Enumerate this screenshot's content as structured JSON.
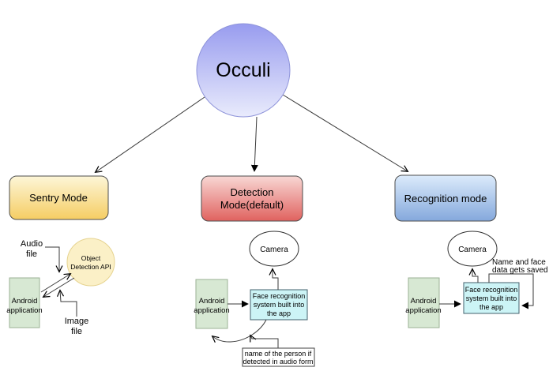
{
  "root": {
    "label": "Occuli"
  },
  "modes": {
    "sentry": {
      "label": "Sentry Mode"
    },
    "detection": {
      "lines": [
        "Detection",
        "Mode(default)"
      ]
    },
    "recognition": {
      "label": "Recognition mode"
    }
  },
  "sentry_branch": {
    "audio_file": {
      "lines": [
        "Audio",
        "file"
      ]
    },
    "api": {
      "lines": [
        "Object",
        "Detection API"
      ]
    },
    "app": {
      "lines": [
        "Android",
        "application"
      ]
    },
    "image_file": {
      "lines": [
        "Image",
        "file"
      ]
    }
  },
  "detection_branch": {
    "camera": "Camera",
    "app": {
      "lines": [
        "Android",
        "application"
      ]
    },
    "system": {
      "lines": [
        "Face recognition",
        "system built into",
        "the app"
      ]
    },
    "result": {
      "lines": [
        "name of the person if",
        "detected in audio form"
      ]
    }
  },
  "recognition_branch": {
    "camera": "Camera",
    "app": {
      "lines": [
        "Android",
        "application"
      ]
    },
    "system": {
      "lines": [
        "Face recognition",
        "system built into",
        "the app"
      ]
    },
    "note": {
      "lines": [
        "Name and face",
        "data gets saved"
      ]
    }
  },
  "colors": {
    "root_top": "#989cef",
    "root_bottom": "#e9ebfc",
    "sentry_top": "#fdf6d8",
    "sentry_bottom": "#f5cd63",
    "detection_top": "#f8d7d4",
    "detection_bottom": "#e0625f",
    "recognition_top": "#dcebfb",
    "recognition_bottom": "#84a8dc",
    "api_fill": "#fbf0c7",
    "app_fill": "#d7e8d3",
    "system_fill": "#ccf4f6",
    "line": "#3a3a3a"
  }
}
